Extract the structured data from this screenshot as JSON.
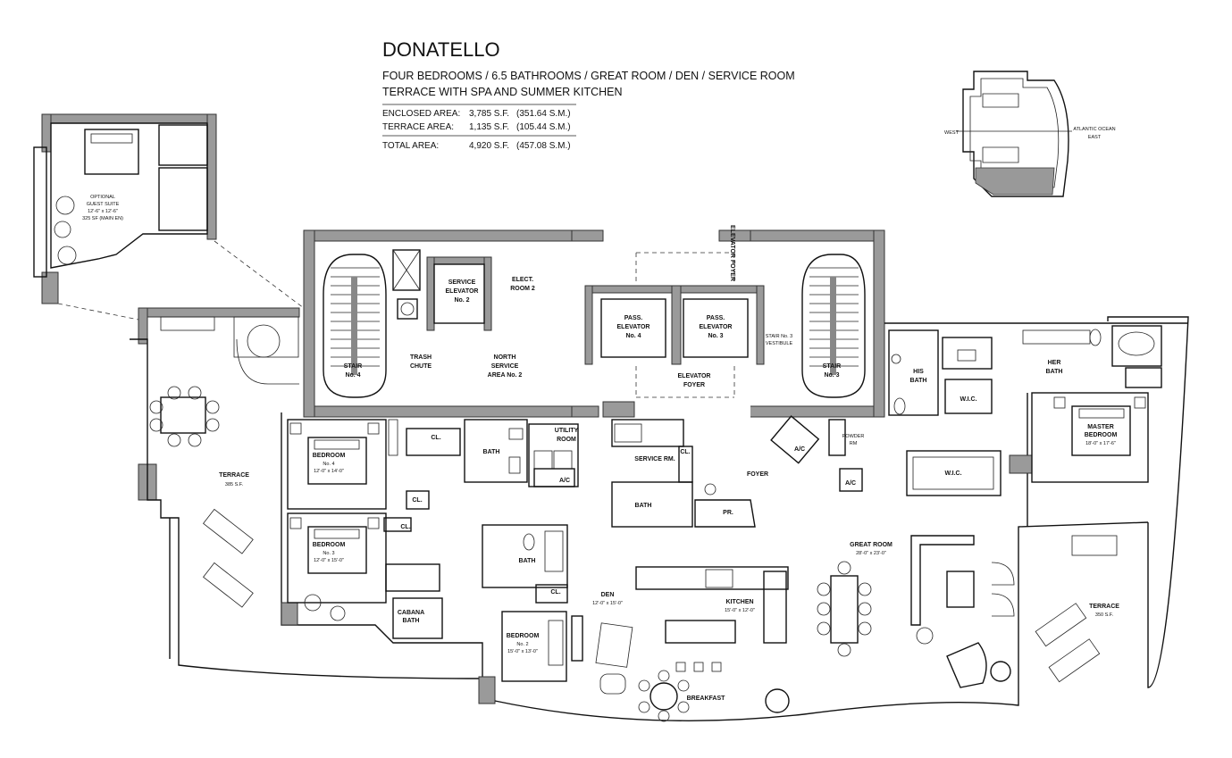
{
  "header": {
    "title": "DONATELLO",
    "line1": "FOUR BEDROOMS / 6.5 BATHROOMS / GREAT ROOM / DEN / SERVICE ROOM",
    "line2": "TERRACE WITH SPA AND SUMMER KITCHEN"
  },
  "areas": [
    {
      "label": "ENCLOSED AREA:",
      "sf": "3,785 S.F.",
      "sm": "(351.64 S.M.)"
    },
    {
      "label": "TERRACE AREA:",
      "sf": "1,135 S.F.",
      "sm": "(105.44 S.M.)"
    },
    {
      "label": "TOTAL AREA:",
      "sf": "4,920 S.F.",
      "sm": "(457.08 S.M.)"
    }
  ],
  "keyplan": {
    "west": "WEST",
    "east_line1": "ATLANTIC OCEAN",
    "east_line2": "EAST"
  },
  "guest_suite": {
    "line1": "OPTIONAL",
    "line2": "GUEST SUITE",
    "dims": "12'-6\" x 12'-6\"",
    "area": "325 SF (MAIN EN)"
  },
  "rooms": {
    "service_elevator": [
      "SERVICE",
      "ELEVATOR",
      "No. 2"
    ],
    "elect_room": [
      "ELECT.",
      "ROOM 2"
    ],
    "pass_elev_4": [
      "PASS.",
      "ELEVATOR",
      "No. 4"
    ],
    "pass_elev_3": [
      "PASS.",
      "ELEVATOR",
      "No. 3"
    ],
    "elevator_foyer_top": "ELEVATOR FOYER",
    "stair_4": [
      "STAIR",
      "No. 4"
    ],
    "trash_chute": [
      "TRASH",
      "CHUTE"
    ],
    "north_service": [
      "NORTH",
      "SERVICE",
      "AREA No. 2"
    ],
    "elevator_foyer": [
      "ELEVATOR",
      "FOYER"
    ],
    "stair3_vest": [
      "STAIR No. 3",
      "VESTIBULE"
    ],
    "stair_3": [
      "STAIR",
      "No. 3"
    ],
    "his_bath": [
      "HIS",
      "BATH"
    ],
    "her_bath": [
      "HER",
      "BATH"
    ],
    "wic_upper": "W.I.C.",
    "master": [
      "MASTER",
      "BEDROOM",
      "18'-0\" x 17'-6\""
    ],
    "terrace_left": [
      "TERRACE",
      "385 S.F."
    ],
    "bedroom4": [
      "BEDROOM",
      "No. 4",
      "12'-0\" x 14'-0\""
    ],
    "cl1": "CL.",
    "bath1": "BATH",
    "utility": [
      "UTILITY",
      "ROOM"
    ],
    "service_rm": "SERVICE RM.",
    "cl2": "CL.",
    "foyer": "FOYER",
    "powder": [
      "POWDER",
      "RM"
    ],
    "ac1": "A/C",
    "ac2": "A/C",
    "ac3": "A/C",
    "wic_lower": "W.I.C.",
    "cl3": "CL.",
    "bath2": "BATH",
    "pr": "PR.",
    "bedroom3": [
      "BEDROOM",
      "No. 3",
      "12'-0\" x 15'-0\""
    ],
    "cl4": "CL.",
    "bath3": "BATH",
    "great_room": [
      "GREAT ROOM",
      "28'-0\" x 23'-0\""
    ],
    "cabana": [
      "CABANA",
      "BATH"
    ],
    "cl5": "CL.",
    "den": [
      "DEN",
      "12'-0\" x 15'-0\""
    ],
    "kitchen": [
      "KITCHEN",
      "15'-0\" x 12'-0\""
    ],
    "bedroom2": [
      "BEDROOM",
      "No. 2",
      "15'-0\" x 13'-0\""
    ],
    "terrace_right": [
      "TERRACE",
      "350 S.F."
    ],
    "breakfast": "BREAKFAST"
  }
}
